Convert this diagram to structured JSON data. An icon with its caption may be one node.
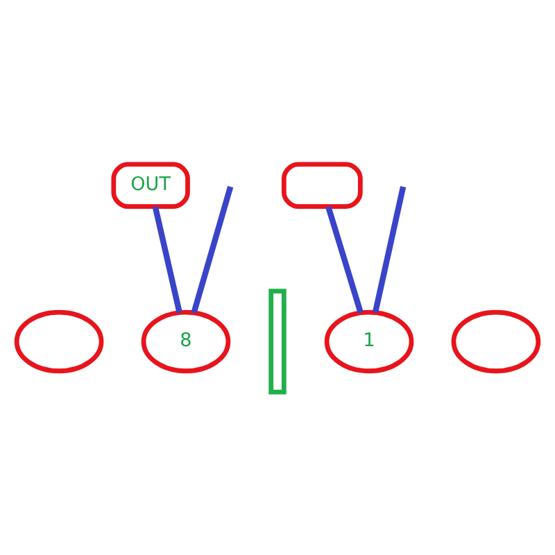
{
  "diagram": {
    "nodes": [
      {
        "text": [
          "OUT"
        ]
      },
      {
        "text": [],
        "shape": "box"
      },
      {
        "text": [],
        "shape": "circle"
      },
      {
        "text": [
          "8"
        ]
      },
      {
        "text": [],
        "shape": "bar"
      },
      {
        "text": [
          "1"
        ]
      },
      {
        "text": [],
        "shape": "circle"
      }
    ],
    "edges": [
      {
        "from": null,
        "to": 3,
        "arrow": "none"
      },
      {
        "from": 0,
        "to": 3,
        "arrow": "none"
      },
      {
        "from": 1,
        "to": 5,
        "arrow": "none"
      },
      {
        "from": null,
        "to": 5,
        "arrow": "none"
      }
    ]
  }
}
